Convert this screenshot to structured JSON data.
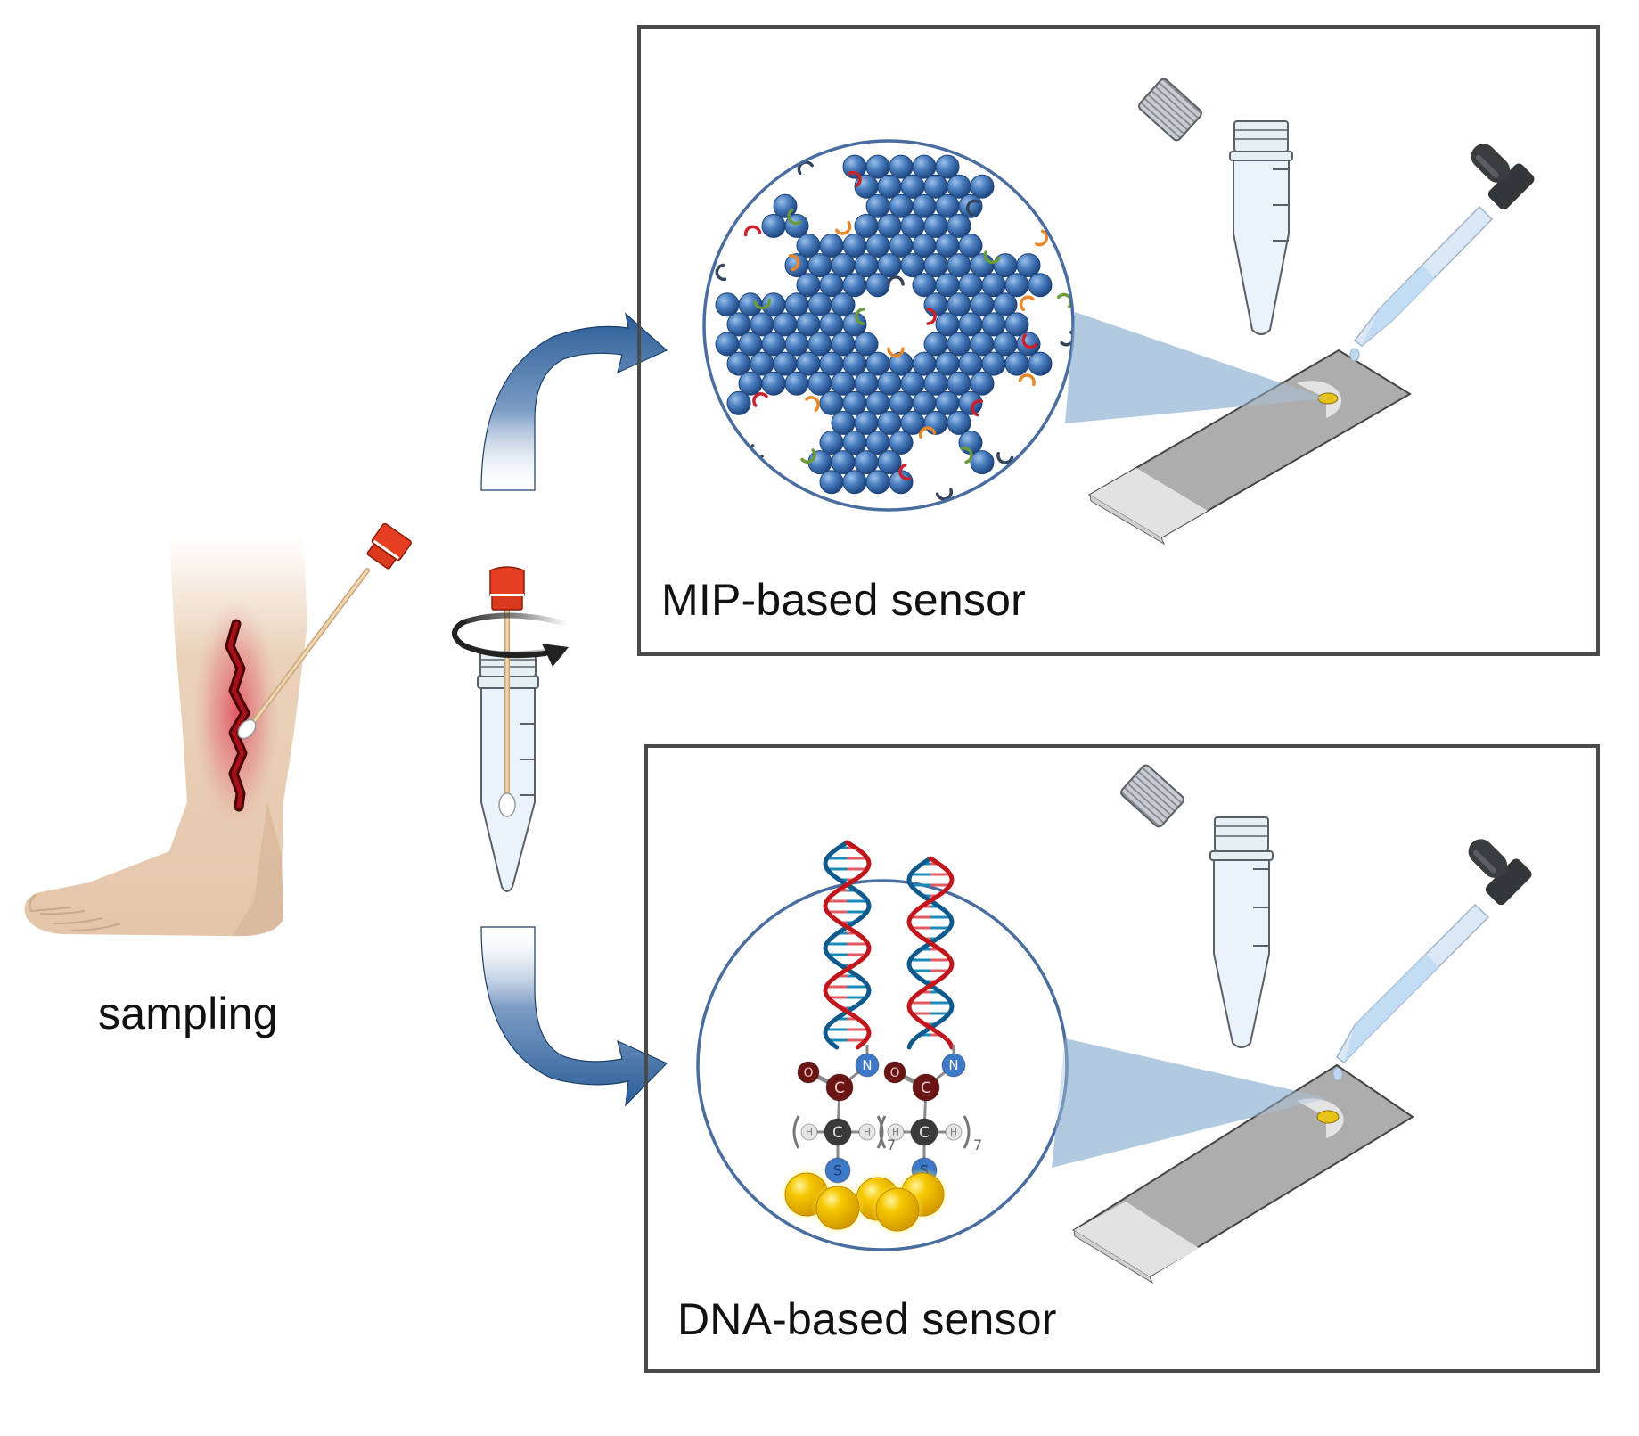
{
  "figure": {
    "sampling_label": "sampling",
    "panels": [
      {
        "id": "mip",
        "title": "MIP-based sensor",
        "zoom_view": "molecularly-imprinted-polymer-cavities",
        "items": [
          "tube-cap",
          "centrifuge-tube",
          "dropper",
          "screen-printed-electrode"
        ]
      },
      {
        "id": "dna",
        "title": "DNA-based sensor",
        "zoom_view": "dna-thiol-linker-on-gold",
        "items": [
          "tube-cap",
          "centrifuge-tube",
          "dropper",
          "screen-printed-electrode"
        ]
      }
    ],
    "molecule": {
      "atoms": {
        "nitrogen": "N",
        "oxygen": "O",
        "carbonyl_carbon": "C",
        "carbon": "C",
        "hydrogen_left": "H",
        "hydrogen_right": "H",
        "sulfur": "S"
      },
      "repeat_subscript": "7"
    },
    "icons": [
      "leg-with-wound-icon",
      "cotton-swab-icon",
      "rotation-arrow-icon",
      "centrifuge-tube-icon",
      "curved-arrow-icon",
      "dropper-icon",
      "electrode-strip-icon",
      "gold-nanoparticle-icon",
      "dna-helix-icon"
    ],
    "colors": {
      "panel_border": "#4a4a4a",
      "arrow_blue": "#2a5d98",
      "circle_outline": "#4a6da0",
      "polymer_blue": "#3d6fb0",
      "cap_red": "#d93a1e",
      "skin": "#e8cdb2",
      "skin_shadow": "#d8b89c",
      "wound": "#9c0f10",
      "dna_red": "#c0161c",
      "dna_blue": "#0f5a8c",
      "gold": "#f2c200",
      "dropper_black": "#34373a",
      "slide_gray": "#adadad",
      "projection_blue": "#a9c4db"
    }
  }
}
